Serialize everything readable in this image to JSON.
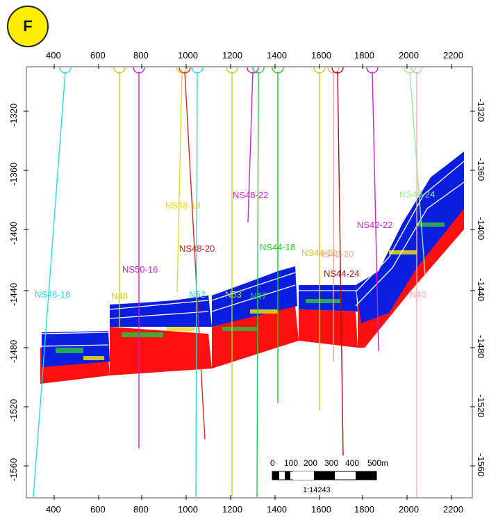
{
  "panel_label": "F",
  "x_axis": {
    "top_ticks": [
      "400",
      "600",
      "800",
      "1000",
      "1200",
      "1400",
      "1600",
      "1800",
      "2000",
      "2200"
    ],
    "bottom_ticks": [
      "400",
      "600",
      "800",
      "1000",
      "1200",
      "1400",
      "1600",
      "1800",
      "2000",
      "2200"
    ]
  },
  "y_axis": {
    "left_ticks": [
      "-1320",
      "-1360",
      "-1400",
      "-1440",
      "-1480",
      "-1520",
      "-1560"
    ],
    "right_ticks": [
      "-1320",
      "-1360",
      "-1400",
      "-1440",
      "-1480",
      "-1520",
      "-1560"
    ]
  },
  "wells": [
    {
      "name": "NS46-18",
      "color": "#22dddd"
    },
    {
      "name": "N48",
      "color": "#cccc22"
    },
    {
      "name": "NS50-16",
      "color": "#cc22cc"
    },
    {
      "name": "NS48-14",
      "color": "#dddd22"
    },
    {
      "name": "NS48-20",
      "color": "#dd2222"
    },
    {
      "name": "N52",
      "color": "#22dddd"
    },
    {
      "name": "N53",
      "color": "#aadd22"
    },
    {
      "name": "NS48-22",
      "color": "#cc22cc"
    },
    {
      "name": "N47",
      "color": "#22cc44"
    },
    {
      "name": "NS44-18",
      "color": "#22cc22"
    },
    {
      "name": "NS44-20",
      "color": "#cccc22"
    },
    {
      "name": "NS42-20",
      "color": "#ff9999"
    },
    {
      "name": "NS44-24",
      "color": "#aa1111"
    },
    {
      "name": "NS42-22",
      "color": "#cc22cc"
    },
    {
      "name": "NS40-24",
      "color": "#99ee99"
    },
    {
      "name": "N40",
      "color": "#ffaaaa"
    }
  ],
  "scale_bar": {
    "labels": [
      "0",
      "100",
      "200",
      "300",
      "400",
      "500m"
    ],
    "ratio": "1:14243"
  },
  "colors": {
    "volume_body": "#0a1ee0",
    "volume_base": "#ff1010",
    "accent_green": "#2fbf3f",
    "accent_yellow": "#e8e010",
    "horizon": "#ffffff"
  }
}
